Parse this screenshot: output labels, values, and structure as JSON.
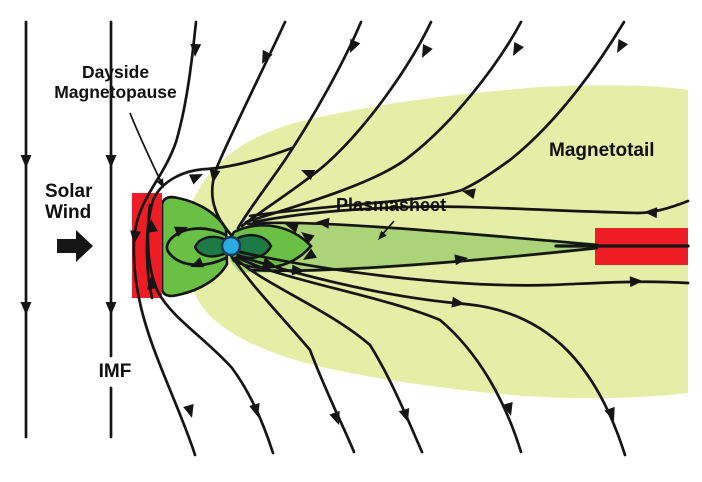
{
  "labels": {
    "dayside_magnetopause_line1": "Dayside",
    "dayside_magnetopause_line2": "Magnetopause",
    "solar_wind_line1": "Solar",
    "solar_wind_line2": "Wind",
    "imf": "IMF",
    "magnetotail": "Magnetotail",
    "plasmasheet": "Plasmasheet"
  },
  "colors": {
    "background": "#ffffff",
    "magnetotail_region": "#e5eea6",
    "plasmasheet_region": "#abd377",
    "inner_magnetosphere": "#6abf45",
    "radiation_lobes": "#1e7a44",
    "reconnection_region": "#ee1c25",
    "earth": "#2aabe2",
    "earth_outline": "#173a57",
    "field_line": "#151515"
  }
}
